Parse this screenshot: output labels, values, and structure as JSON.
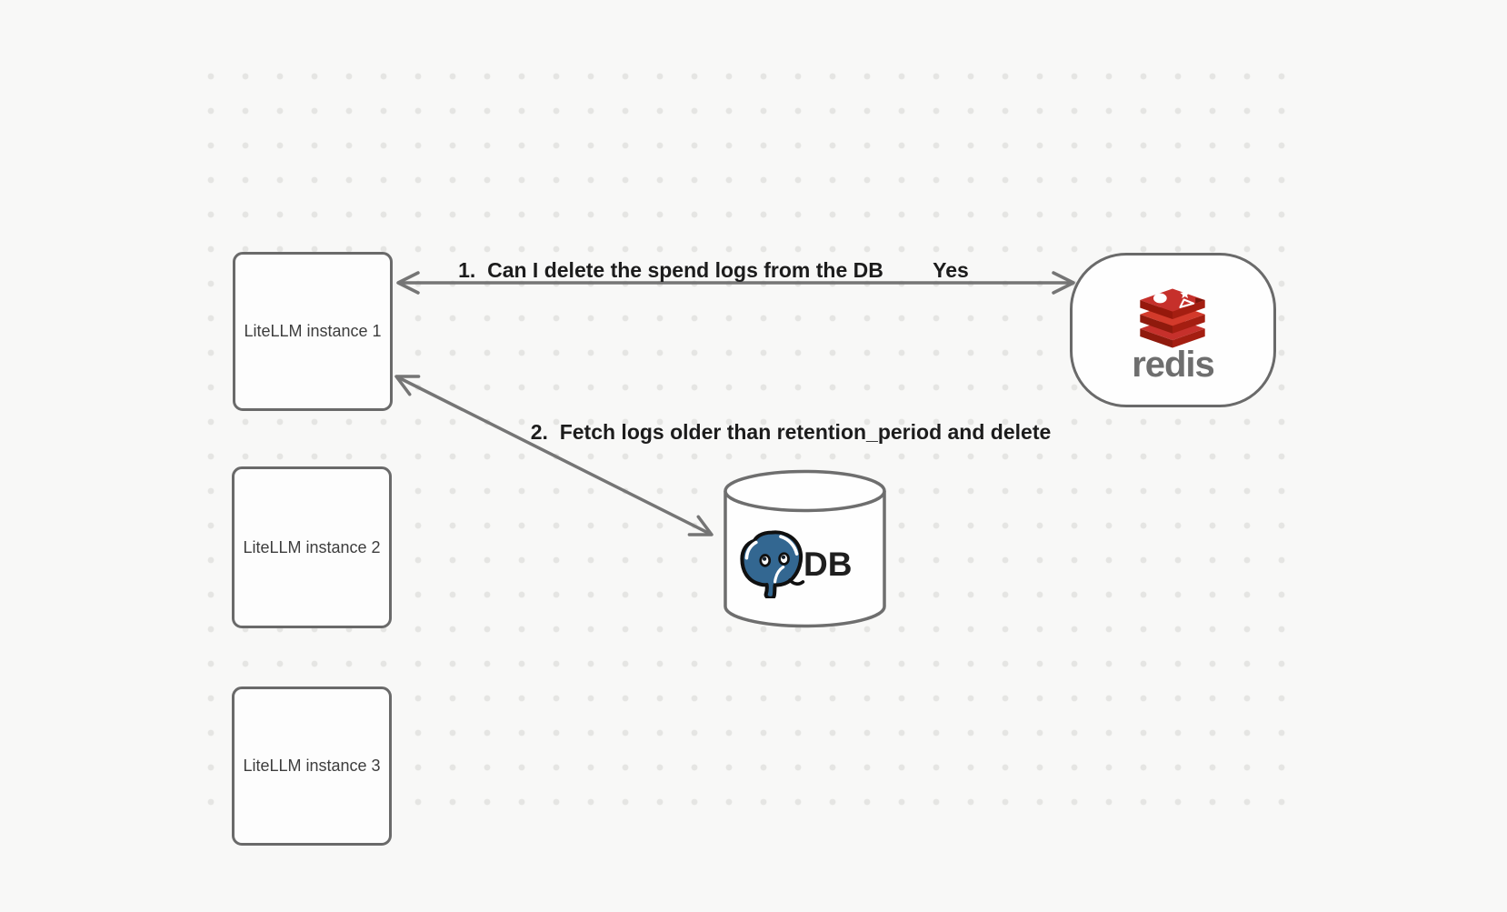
{
  "diagram": {
    "background_color": "#f8f8f7",
    "grid_dot_color": "#e5e5e3",
    "edge_stroke_color": "#757575",
    "node_border_color": "#6a6a6a",
    "nodes": {
      "litellm_instances": [
        {
          "label": "LiteLLM instance 1"
        },
        {
          "label": "LiteLLM instance 2"
        },
        {
          "label": "LiteLLM instance 3"
        }
      ],
      "redis": {
        "wordmark": "redis",
        "icon": "redis-stack-logo",
        "logo_red": "#c6302b",
        "logo_dark_red": "#a41e11",
        "wordmark_color": "#6e6e6e"
      },
      "database": {
        "label": "DB",
        "icon": "postgresql-elephant-logo",
        "elephant_blue": "#336791"
      }
    },
    "edges": [
      {
        "id": 1,
        "from": "redis",
        "to": "LiteLLM instance 1",
        "label": "1.  Can I delete the spend logs from the DB",
        "response_label": "Yes"
      },
      {
        "id": 2,
        "from": "LiteLLM instance 1",
        "to": "DB",
        "label": "2.  Fetch logs older than retention_period and delete"
      }
    ]
  }
}
